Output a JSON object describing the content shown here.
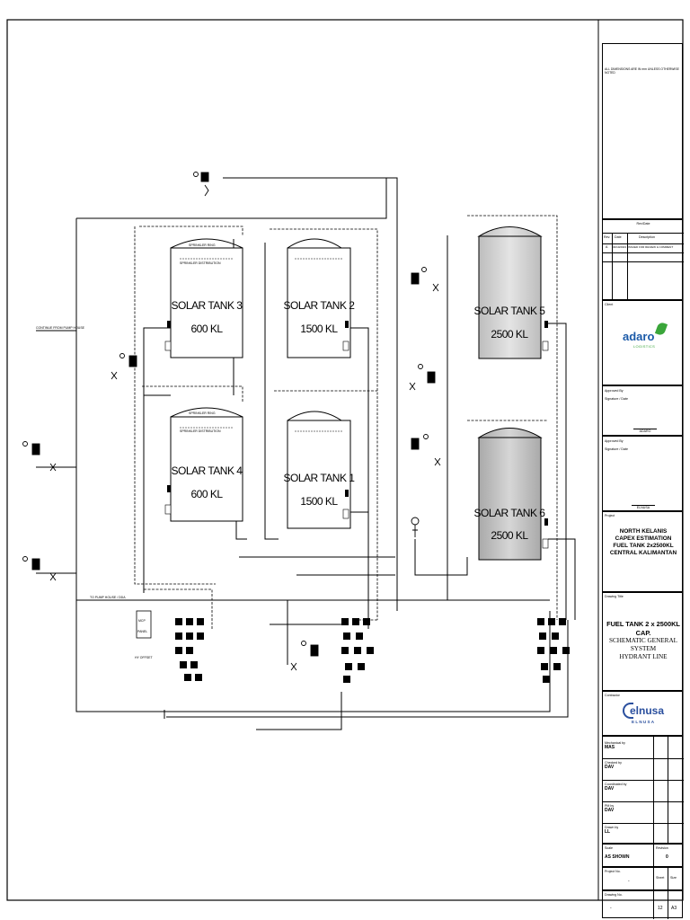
{
  "notes": {
    "header": "ALL DIMENSIONS ARE IN mm UNLESS OTHERWISE NOTED"
  },
  "revision": {
    "heading": "Rev/Date",
    "col_rev": "Rev.",
    "col_date": "Date",
    "col_desc": "Description",
    "row_rev": "A",
    "row_date": "30/10/2023",
    "row_desc": "ISSUED FOR REVIEW & COMMENT"
  },
  "client": {
    "label": "Client",
    "logo_text": "adaro",
    "logo_sub": "LOGISTICS",
    "approved_label": "Approved By",
    "approved_name_label": "Signature / Date"
  },
  "consultant": {
    "approved_label": "Approved By",
    "approved_name_label": "Signature / Date",
    "stamp_1": "ADARO",
    "stamp_2": "ELNUSA"
  },
  "project": {
    "label": "Project",
    "lines": [
      "NORTH KELANIS",
      "CAPEX ESTIMATION",
      "FUEL TANK 2x2500KL",
      "CENTRAL KALIMANTAN"
    ]
  },
  "drawing_title": {
    "label": "Drawing Title",
    "bold_line": "FUEL TANK 2 x 2500KL CAP.",
    "serif_lines": [
      "SCHEMATIC GENERAL SYSTEM",
      "HYDRANT LINE"
    ]
  },
  "contractor": {
    "label": "Contractor",
    "logo_text": "elnusa",
    "logo_spaced": "E L N U S A"
  },
  "people": [
    {
      "role": "Mechanical by",
      "name": "MAS"
    },
    {
      "role": "Checked by",
      "name": "DAV"
    },
    {
      "role": "Coordinated by",
      "name": "DAV"
    },
    {
      "role": "PM by",
      "name": "DAV"
    },
    {
      "role": "Drawn by",
      "name": "LL"
    }
  ],
  "scale": {
    "label": "Scale",
    "value": "AS SHOWN",
    "rev_label": "Revision",
    "rev_value": "0"
  },
  "project_no": {
    "label": "Project No.",
    "value": "-",
    "sheet_label": "Sheet",
    "size_label": "Size"
  },
  "drawing_no": {
    "label": "Drawing No.",
    "value": "-",
    "sheet_value": "12",
    "size_value": "A3"
  },
  "tanks": [
    {
      "name": "SOLAR TANK 3",
      "capacity": "600 KL"
    },
    {
      "name": "SOLAR TANK 2",
      "capacity": "1500 KL"
    },
    {
      "name": "SOLAR TANK 4",
      "capacity": "600 KL"
    },
    {
      "name": "SOLAR TANK 1",
      "capacity": "1500 KL"
    },
    {
      "name": "SOLAR TANK 5",
      "capacity": "2500 KL"
    },
    {
      "name": "SOLAR TANK 6",
      "capacity": "2500 KL"
    }
  ],
  "diagram_labels": {
    "left_note_1": "CONTINUE FROM PUMP HOUSE",
    "left_note_2": "TO PUMP HOUSE / DDA",
    "sprinkler_1": "SPRINKLER RING",
    "sprinkler_2": "SPRINKLER DISTRIBUTION",
    "panel_1": "MCP",
    "panel_2": "PANEL",
    "hyd": "HY OFFSET"
  },
  "colors": {
    "line": "#000000",
    "tank_fill_large": "#d8d8d8",
    "tank_fill_large_dark": "#c4c4c4",
    "adaro_green": "#3aa63a",
    "adaro_blue": "#1b5aa8",
    "elnusa_blue": "#2a4f9e"
  }
}
